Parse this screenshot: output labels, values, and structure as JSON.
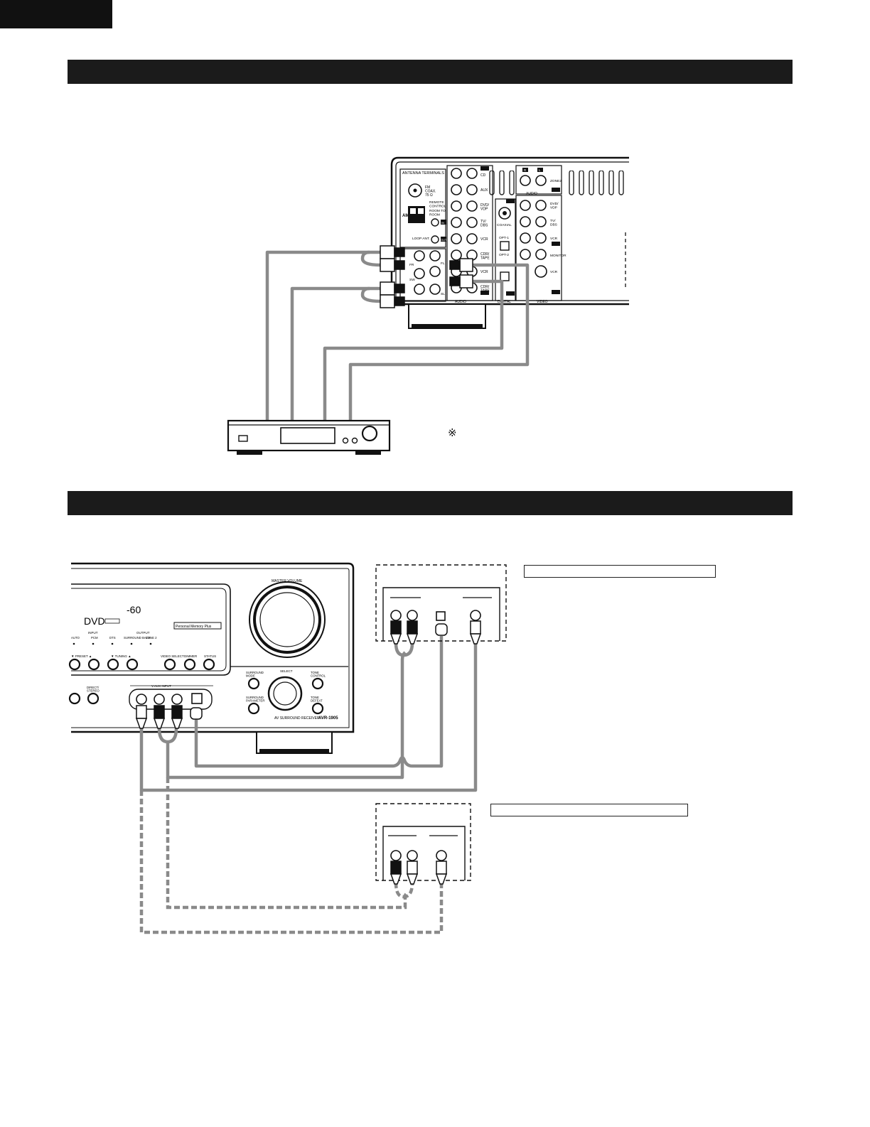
{
  "note_symbol": "※",
  "rear_panel": {
    "antenna_title": "ANTENNA TERMINALS",
    "fm_label": "FM\nCOAX.\n75 Ω",
    "am_label": "AM",
    "remote_label": "REMOTE\nCONTROL",
    "room_to_room": "ROOM TO\nROOM",
    "in_badge": "IN",
    "out_badge": "OUT",
    "loop_ant": "LOOP ANT.",
    "preout_labels": [
      "FR",
      "FL",
      "SW",
      "SL"
    ],
    "audio_inputs": [
      "CD",
      "AUX",
      "DVD/\nVDP",
      "TV/\nDBS",
      "VCR",
      "CDR/\nTAPE",
      "VCR",
      "CDR/\nTAPE"
    ],
    "coaxial": "COAXIAL",
    "opt1": "OPT-1",
    "opt2": "OPT-2",
    "audio_hdr": "AUDIO",
    "zone2": "ZONE2",
    "video_inputs": [
      "DVD/\nVDP",
      "TV/\nDBS",
      "VCR",
      "MONITOR",
      "VCR"
    ],
    "bottom_labels": [
      "AUDIO",
      "DIGITAL",
      "VIDEO"
    ],
    "rl": [
      "R",
      "L"
    ]
  },
  "front_panel": {
    "master_volume": "MASTER VOLUME",
    "display_source": "DVD",
    "display_level": "-60",
    "personal_memory": "Personal Memory Plus",
    "preset": "▼ PRESET ▲",
    "tuning": "▼ TUNING ▲",
    "video_select": "VIDEO SELECT",
    "dimmer": "DIMMER",
    "status": "STATUS",
    "surround_mode": "SURROUND\nMODE",
    "surround_parameter": "SURROUND\nPARAMETER",
    "select": "SELECT",
    "tone_control": "TONE\nCONTROL",
    "tone_defeat": "TONE\nDEFEAT",
    "direct_stereo": "DIRECT/\nSTEREO",
    "vaux_input": "V.AUX INPUT",
    "model_line": "AV SURROUND RECEIVER",
    "model": "AVR-1905",
    "input_hdr": "INPUT",
    "output_hdr": "OUTPUT",
    "indicators": [
      "AUTO",
      "PCM",
      "DTS",
      "SURROUND BACK",
      "ZONE 2"
    ]
  }
}
